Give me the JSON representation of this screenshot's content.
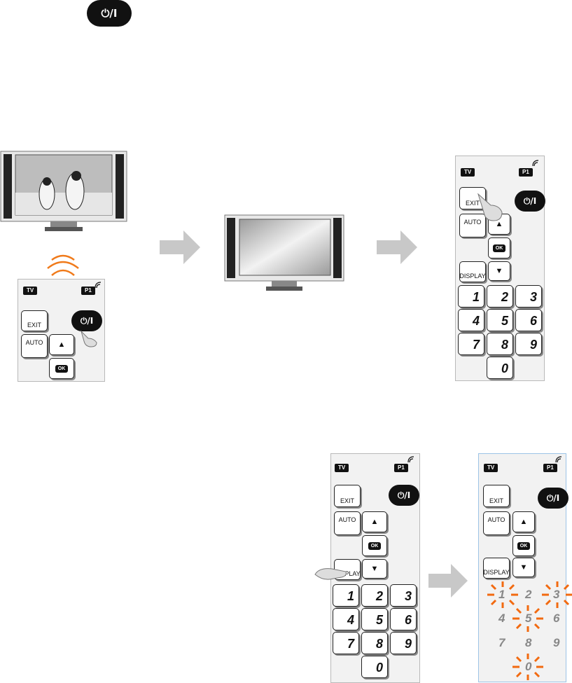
{
  "power_symbol": "⏻/I",
  "remote": {
    "tv_badge": "TV",
    "p1_badge": "P1",
    "exit_label": "EXIT",
    "auto_label": "AUTO",
    "ok_label": "OK",
    "display_label": "DISPLAY",
    "up_symbol": "▲",
    "down_symbol": "▼",
    "numbers": [
      "1",
      "2",
      "3",
      "4",
      "5",
      "6",
      "7",
      "8",
      "9",
      "0"
    ]
  },
  "colors": {
    "signal": "#f07a1a",
    "highlight": "#f26a10",
    "arrow": "#c8c8c8"
  }
}
